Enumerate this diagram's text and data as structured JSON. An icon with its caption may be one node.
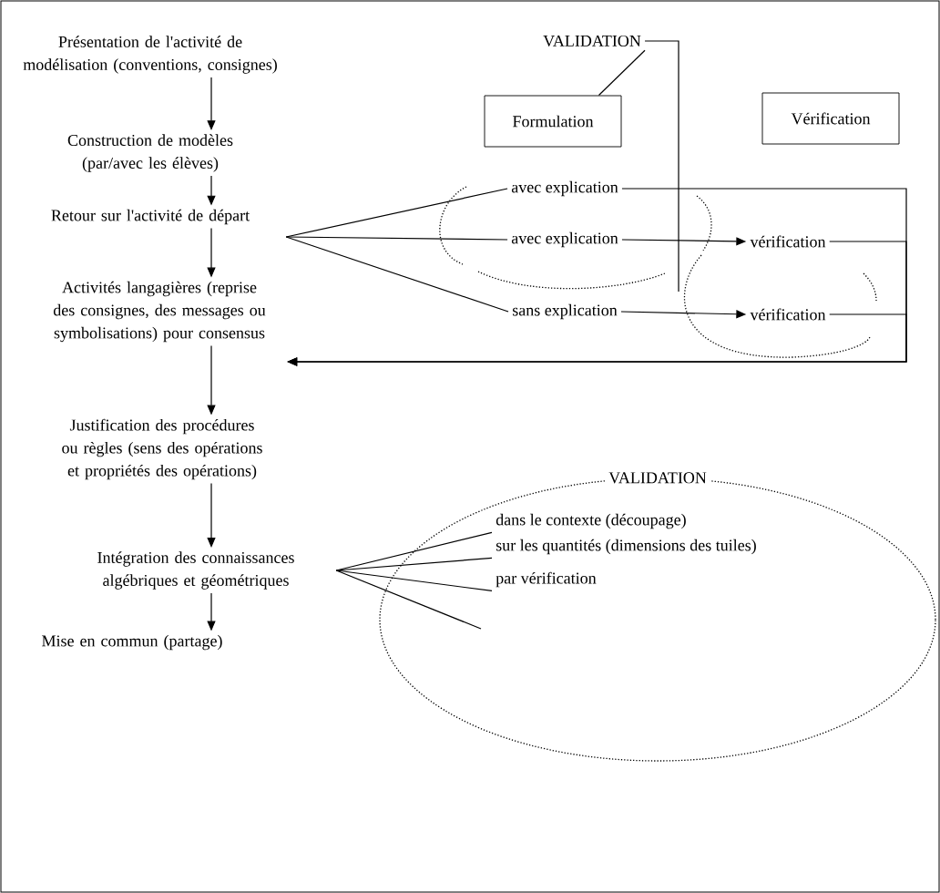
{
  "diagram": {
    "nodes": [
      {
        "text": [
          "Présentation de l'activité de modélisation (conventions, consignes)"
        ]
      },
      {
        "text": [
          "Construction de modèles (par/avec les élèves)"
        ]
      },
      {
        "text": [
          "Retour sur l'activité de départ"
        ]
      },
      {
        "text": [
          "Activités langagières (reprise des consignes, des messages ou symbolisations) pour consensus"
        ]
      },
      {
        "text": [
          "Justification des procédures ou règles (sens des opérations et propriétés des opérations)"
        ]
      },
      {
        "text": [
          "Intégration des connaissances algébriques et géométriques"
        ]
      },
      {
        "text": [
          "Mise en commun (partage)"
        ]
      },
      {
        "text": [
          "VALIDATION"
        ]
      },
      {
        "text": [
          "Formulation"
        ]
      },
      {
        "text": [
          "Vérification"
        ]
      },
      {
        "text": [
          "avec explication"
        ]
      },
      {
        "text": [
          "avec explication"
        ]
      },
      {
        "text": [
          "sans explication"
        ]
      },
      {
        "text": [
          "vérification"
        ]
      },
      {
        "text": [
          "vérification"
        ]
      },
      {
        "text": [
          "VALIDATION"
        ]
      },
      {
        "text": [
          "dans le contexte (découpage)"
        ],
        "in": 15
      },
      {
        "text": [
          "sur les quantités (dimensions des tuiles)"
        ],
        "in": 15
      },
      {
        "text": [
          "par vérification"
        ],
        "in": 15
      }
    ],
    "edges": [
      {
        "from": 0,
        "to": 1,
        "arrow": "to"
      },
      {
        "from": 1,
        "to": 2,
        "arrow": "to"
      },
      {
        "from": 2,
        "to": 3,
        "arrow": "to"
      },
      {
        "from": 3,
        "to": 4,
        "arrow": "to"
      },
      {
        "from": 4,
        "to": 5,
        "arrow": "to"
      },
      {
        "from": 5,
        "to": 6,
        "arrow": "to"
      },
      {
        "from": 7,
        "to": 8,
        "arrow": "none"
      },
      {
        "from": 7,
        "to": null,
        "arrow": "none"
      },
      {
        "from": 2,
        "to": 10,
        "arrow": "none"
      },
      {
        "from": 2,
        "to": 11,
        "arrow": "none"
      },
      {
        "from": 2,
        "to": 12,
        "arrow": "none"
      },
      {
        "from": 11,
        "to": 13,
        "arrow": "to"
      },
      {
        "from": 12,
        "to": 14,
        "arrow": "to"
      },
      {
        "from": 10,
        "to": 3,
        "arrow": "to"
      },
      {
        "from": 13,
        "to": 3,
        "arrow": "to"
      },
      {
        "from": 14,
        "to": 3,
        "arrow": "to"
      },
      {
        "from": 5,
        "to": 16,
        "arrow": "none"
      },
      {
        "from": 5,
        "to": 17,
        "arrow": "none"
      },
      {
        "from": 5,
        "to": 18,
        "arrow": "none"
      },
      {
        "from": 5,
        "to": null,
        "arrow": "none"
      }
    ]
  }
}
